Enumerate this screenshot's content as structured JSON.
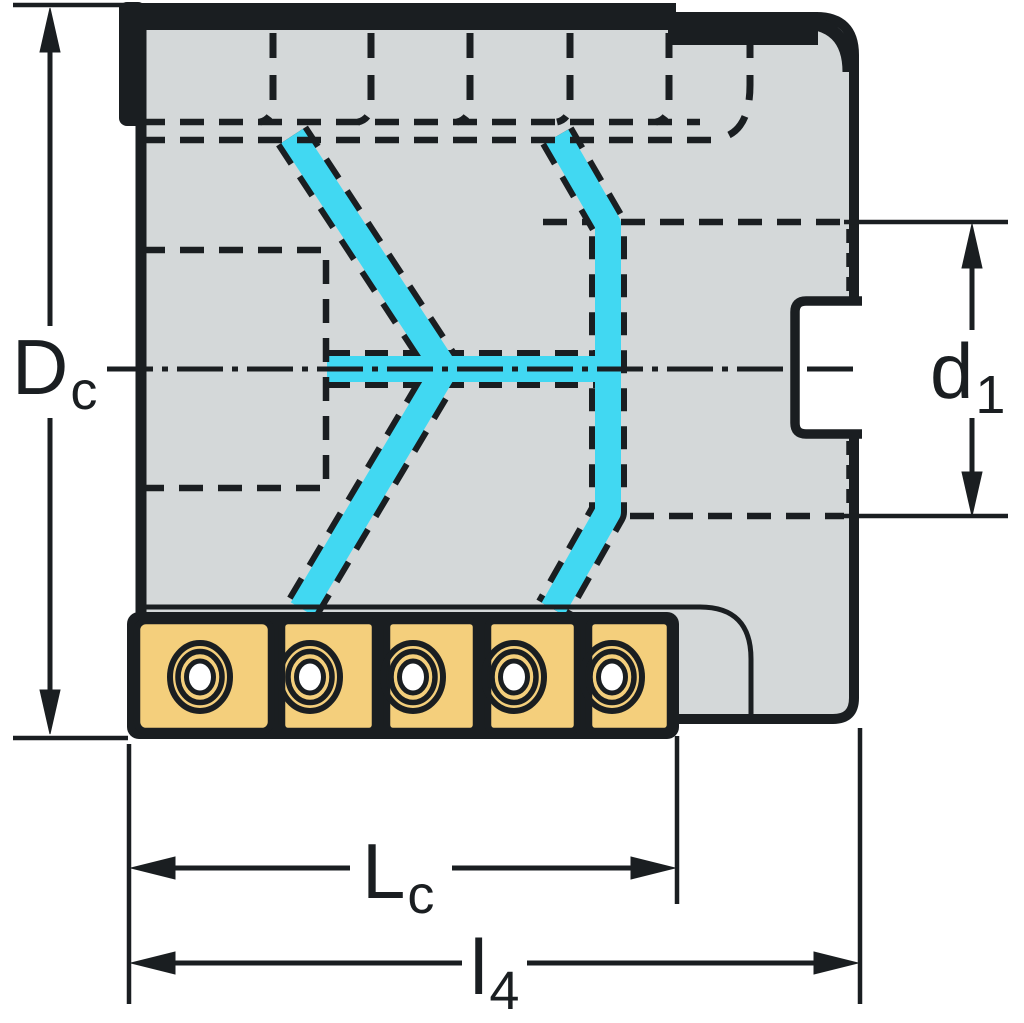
{
  "diagram": {
    "kind": "technical-drawing-cross-section",
    "insert_count": 5
  },
  "dimensions": {
    "dc": {
      "main": "D",
      "sub": "c"
    },
    "d1": {
      "main": "d",
      "sub": "1"
    },
    "lc": {
      "main": "L",
      "sub": "c"
    },
    "l4": {
      "main": "l",
      "sub": "4"
    }
  },
  "colors": {
    "background": "#ffffff",
    "body": "#d4d8d9",
    "outline": "#1a1e21",
    "coolant": "#41d8f2",
    "insert": "#f4cf7c",
    "hole": "#ffffff"
  }
}
